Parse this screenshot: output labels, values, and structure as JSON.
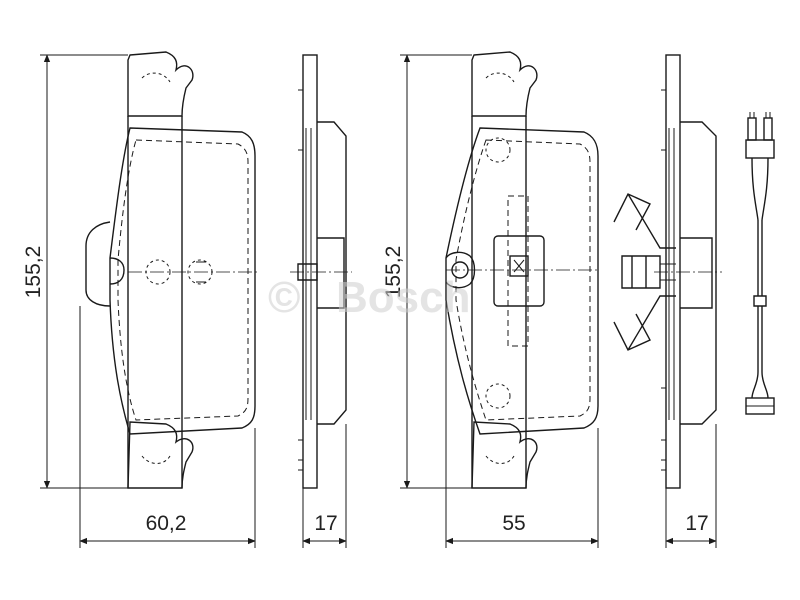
{
  "dimensions": {
    "height_left": "155,2",
    "height_right": "155,2",
    "width_front": "60,2",
    "thickness_left": "17",
    "width_back": "55",
    "thickness_right": "17"
  },
  "watermark": {
    "symbol": "©",
    "brand": "Bosch"
  }
}
